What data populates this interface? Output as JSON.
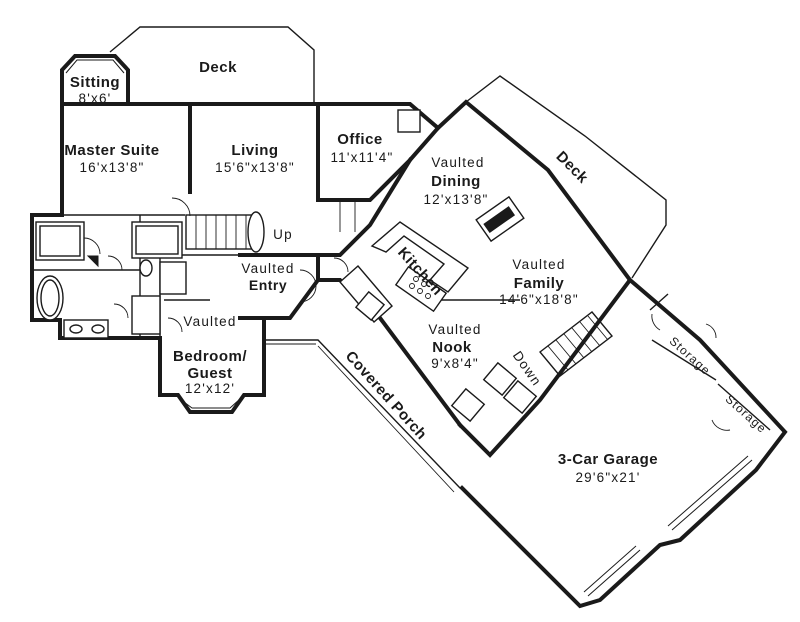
{
  "colors": {
    "line": "#1a1a1a",
    "background": "#ffffff"
  },
  "rooms": {
    "sitting": {
      "name": "Sitting",
      "size": "8'x6'"
    },
    "deck_top": {
      "name": "Deck"
    },
    "master_suite": {
      "name": "Master Suite",
      "size": "16'x13'8\""
    },
    "living": {
      "name": "Living",
      "size": "15'6\"x13'8\""
    },
    "office": {
      "name": "Office",
      "size": "11'x11'4\""
    },
    "deck_right": {
      "name": "Deck"
    },
    "dining": {
      "qualifier": "Vaulted",
      "name": "Dining",
      "size": "12'x13'8\""
    },
    "kitchen": {
      "name": "Kitchen"
    },
    "family": {
      "qualifier": "Vaulted",
      "name": "Family",
      "size": "14'6\"x18'8\""
    },
    "nook": {
      "qualifier": "Vaulted",
      "name": "Nook",
      "size": "9'x8'4\""
    },
    "entry": {
      "qualifier": "Vaulted",
      "name": "Entry"
    },
    "bedroom": {
      "qualifier": "Vaulted",
      "name": "Bedroom/",
      "name2": "Guest",
      "size": "12'x12'"
    },
    "covered_porch": {
      "name": "Covered Porch"
    },
    "garage": {
      "name": "3-Car Garage",
      "size": "29'6\"x21'"
    },
    "storage_1": {
      "name": "Storage"
    },
    "storage_2": {
      "name": "Storage"
    }
  },
  "stairs": {
    "up_label": "Up",
    "down_label": "Down"
  }
}
